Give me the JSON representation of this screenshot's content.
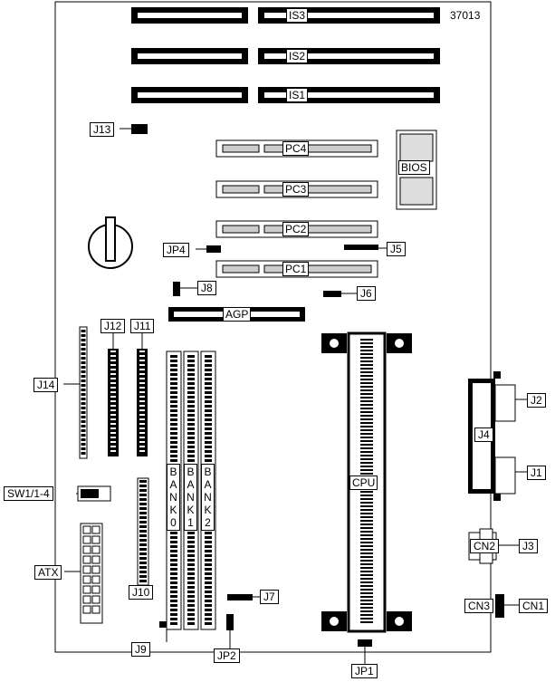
{
  "diagram_id": "37013",
  "slots": {
    "is3": "IS3",
    "is2": "IS2",
    "is1": "IS1",
    "pc4": "PC4",
    "pc3": "PC3",
    "pc2": "PC2",
    "pc1": "PC1",
    "agp": "AGP",
    "cpu": "CPU",
    "bios": "BIOS"
  },
  "banks": {
    "bank0": "BANK0",
    "bank1": "BANK1",
    "bank2": "BANK2"
  },
  "labels": {
    "j13": "J13",
    "jp4": "JP4",
    "j5": "J5",
    "j8": "J8",
    "j6": "J6",
    "j12": "J12",
    "j11": "J11",
    "j14": "J14",
    "j2": "J2",
    "j4": "J4",
    "j1": "J1",
    "sw1": "SW1/1-4",
    "cn2": "CN2",
    "j3": "J3",
    "atx": "ATX",
    "j10": "J10",
    "j7": "J7",
    "cn3": "CN3",
    "cn1": "CN1",
    "j9": "J9",
    "jp2": "JP2",
    "jp1": "JP1"
  }
}
